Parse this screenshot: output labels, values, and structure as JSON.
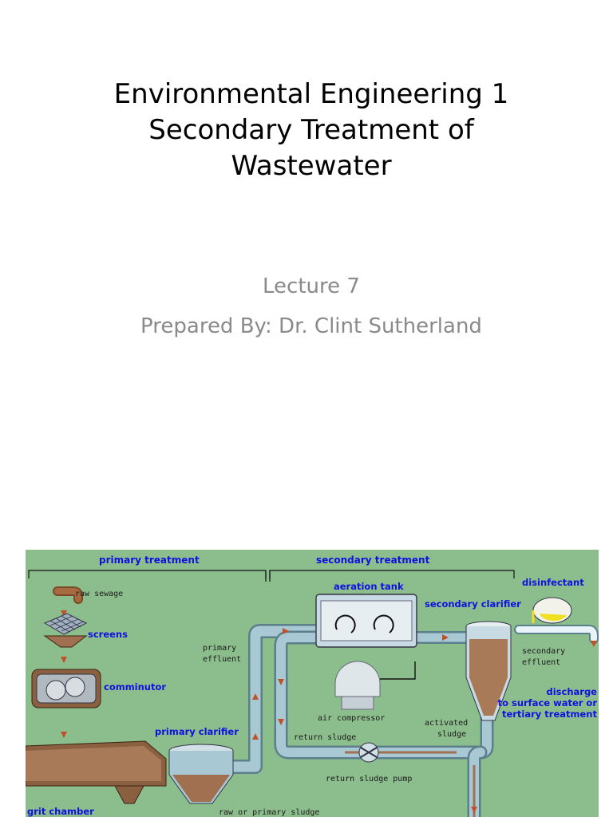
{
  "slide": {
    "title_lines": [
      "Environmental Engineering 1",
      "Secondary Treatment of",
      "Wastewater"
    ],
    "subtitle_lines": [
      "Lecture 7",
      "Prepared By: Dr. Clint Sutherland"
    ]
  },
  "diagram": {
    "headers": {
      "primary": "primary treatment",
      "secondary": "secondary treatment"
    },
    "labels": {
      "raw_sewage": "raw sewage",
      "screens": "screens",
      "comminutor": "comminutor",
      "grit_chamber": "grit chamber",
      "primary_clarifier": "primary clarifier",
      "primary_effluent_1": "primary",
      "primary_effluent_2": "effluent",
      "aeration_tank": "aeration tank",
      "air_compressor": "air compressor",
      "return_sludge": "return sludge",
      "return_sludge_pump": "return sludge pump",
      "raw_primary_sludge": "raw or primary sludge",
      "activated_sludge_1": "activated",
      "activated_sludge_2": "sludge",
      "secondary_clarifier": "secondary clarifier",
      "disinfectant": "disinfectant",
      "secondary_effluent_1": "secondary",
      "secondary_effluent_2": "effluent",
      "discharge_1": "discharge",
      "discharge_2": "to surface water or",
      "discharge_3": "tertiary treatment"
    },
    "colors": {
      "background": "#8cbd8c",
      "pipe": "#a8c8d4",
      "sludge": "#a07050",
      "flow_arrow": "#c0502a",
      "label_blue": "#1010e0"
    }
  }
}
